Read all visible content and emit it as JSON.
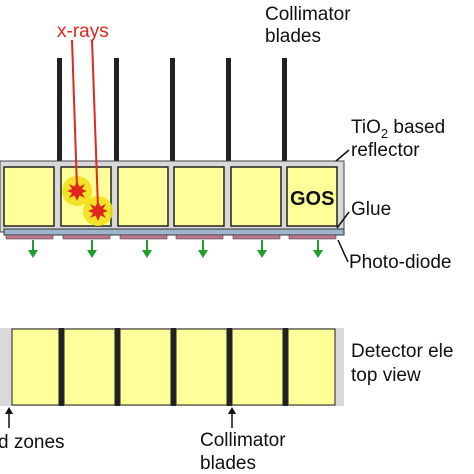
{
  "labels": {
    "xrays": "x-rays",
    "collimator_top_line1": "Collimator",
    "collimator_top_line2": "blades",
    "reflector_line1_pre": "TiO",
    "reflector_line1_sub": "2",
    "reflector_line1_post": " based",
    "reflector_line2": "reflector",
    "gos": "GOS",
    "glue": "Glue",
    "photodiode": "Photo-diode",
    "detector_line1": "Detector ele",
    "detector_line2": "top view",
    "dead_zones": "d zones",
    "collimator_bottom_line1": "Collimator",
    "collimator_bottom_line2": "blades"
  },
  "colors": {
    "scintillator_fill": "#ffff99",
    "scintillator_stroke": "#222222",
    "reflector_fill": "#d9d9d9",
    "glue_fill": "#9db6cc",
    "photodiode_fill": "#c07890",
    "arrow_green": "#1f9e2c",
    "xray_red": "#e0281e",
    "flash_halo": "#f2e01a",
    "collimator_blade": "#222222"
  },
  "icons": {
    "flash": "starburst-icon",
    "emission_arrow": "arrow-down-icon",
    "pointer_arrow": "arrow-up-icon"
  }
}
